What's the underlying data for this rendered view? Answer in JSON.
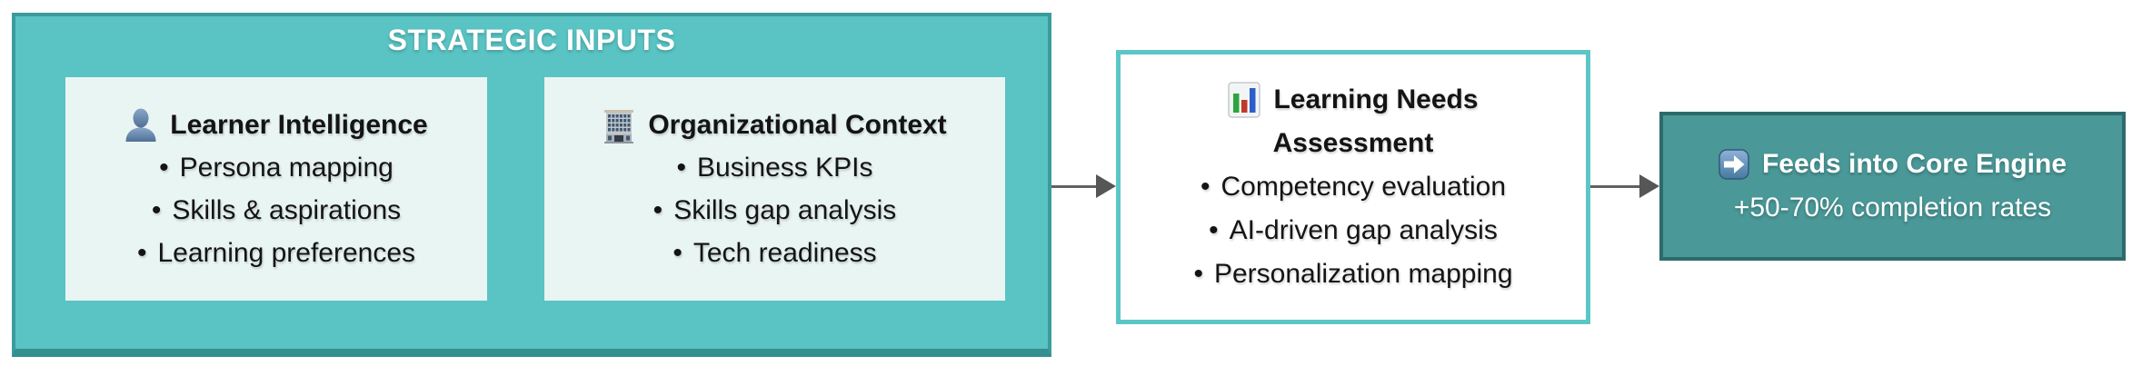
{
  "colors": {
    "container_fill": "#5ac3c3",
    "container_border": "#3a9c9c",
    "card_fill": "#e9f5f3",
    "mid_box_border": "#5cc6c6",
    "mid_box_fill": "#ffffff",
    "end_box_fill": "#4a9898",
    "end_box_border": "#2d6a6a",
    "arrow_gray": "#5f5f5f",
    "title_text": "#ffffff",
    "body_text": "#141414"
  },
  "strategic_inputs": {
    "title": "STRATEGIC INPUTS",
    "boxes": [
      {
        "icon": "person-icon",
        "title": "Learner Intelligence",
        "bullets": [
          "Persona mapping",
          "Skills & aspirations",
          "Learning preferences"
        ]
      },
      {
        "icon": "building-icon",
        "title": "Organizational Context",
        "bullets": [
          "Business KPIs",
          "Skills gap analysis",
          "Tech readiness"
        ]
      }
    ]
  },
  "assessment_box": {
    "icon": "bar-chart-icon",
    "title_line1": "Learning Needs",
    "title_line2": "Assessment",
    "bullets": [
      "Competency evaluation",
      "AI-driven gap analysis",
      "Personalization mapping"
    ]
  },
  "core_engine_box": {
    "icon": "arrow-right-icon",
    "title": "Feeds into Core Engine",
    "subtitle": "+50-70% completion rates"
  }
}
